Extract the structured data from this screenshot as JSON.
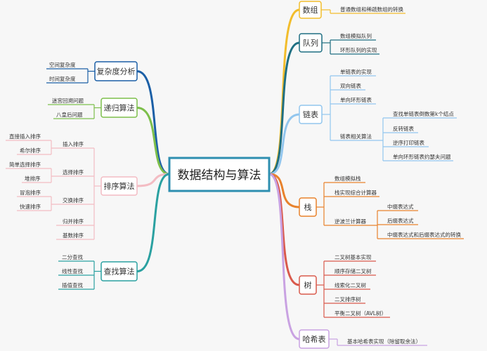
{
  "root": {
    "label": "数据结构与算法",
    "color": "#2e8fb0"
  },
  "right": [
    {
      "label": "数组",
      "color": "#f2bd2c",
      "children": [
        {
          "label": "普通数组和稀疏数组的转换"
        }
      ]
    },
    {
      "label": "队列",
      "color": "#1f6f82",
      "children": [
        {
          "label": "数组模拟队列"
        },
        {
          "label": "环形队列的实现"
        }
      ]
    },
    {
      "label": "链表",
      "color": "#92c6ee",
      "children": [
        {
          "label": "单链表的实现"
        },
        {
          "label": "双向链表"
        },
        {
          "label": "单向环形链表"
        },
        {
          "label": "链表相关算法",
          "children": [
            {
              "label": "查找单链表倒数第k个结点"
            },
            {
              "label": "反转链表"
            },
            {
              "label": "逆序打印链表"
            },
            {
              "label": "单向环形链表约瑟夫问题"
            }
          ]
        }
      ]
    },
    {
      "label": "栈",
      "color": "#e8822c",
      "children": [
        {
          "label": "数组模拟栈"
        },
        {
          "label": "栈实现综合计算器"
        },
        {
          "label": "逆波兰计算器",
          "children": [
            {
              "label": "中缀表达式"
            },
            {
              "label": "后缀表达式"
            },
            {
              "label": "中缀表达式和后缀表达式的转换"
            }
          ]
        }
      ]
    },
    {
      "label": "树",
      "color": "#d95a4c",
      "children": [
        {
          "label": "二叉树基本实现"
        },
        {
          "label": "顺序存储二叉树"
        },
        {
          "label": "线索化二叉树"
        },
        {
          "label": "二叉排序树"
        },
        {
          "label": "平衡二叉树（AVL树）"
        }
      ]
    },
    {
      "label": "哈希表",
      "color": "#c9a2e2",
      "children": [
        {
          "label": "基本哈希表实现（除留取余法）"
        }
      ]
    }
  ],
  "left": [
    {
      "label": "复杂度分析",
      "color": "#1b5fa6",
      "children": [
        {
          "label": "空间复杂度"
        },
        {
          "label": "时间复杂度"
        }
      ]
    },
    {
      "label": "递归算法",
      "color": "#7dbf4b",
      "children": [
        {
          "label": "迷宫回溯问题"
        },
        {
          "label": "八皇后问题"
        }
      ]
    },
    {
      "label": "排序算法",
      "color": "#f3bcc3",
      "children": [
        {
          "label": "插入排序",
          "children": [
            {
              "label": "直接插入排序"
            },
            {
              "label": "希尔排序"
            }
          ]
        },
        {
          "label": "选择排序",
          "children": [
            {
              "label": "简单选择排序"
            },
            {
              "label": "堆排序"
            }
          ]
        },
        {
          "label": "交换排序",
          "children": [
            {
              "label": "冒泡排序"
            },
            {
              "label": "快速排序"
            }
          ]
        },
        {
          "label": "归并排序"
        },
        {
          "label": "基数排序"
        }
      ]
    },
    {
      "label": "查找算法",
      "color": "#2aa1a1",
      "children": [
        {
          "label": "二分查找"
        },
        {
          "label": "线性查找"
        },
        {
          "label": "插值查找"
        }
      ]
    }
  ]
}
